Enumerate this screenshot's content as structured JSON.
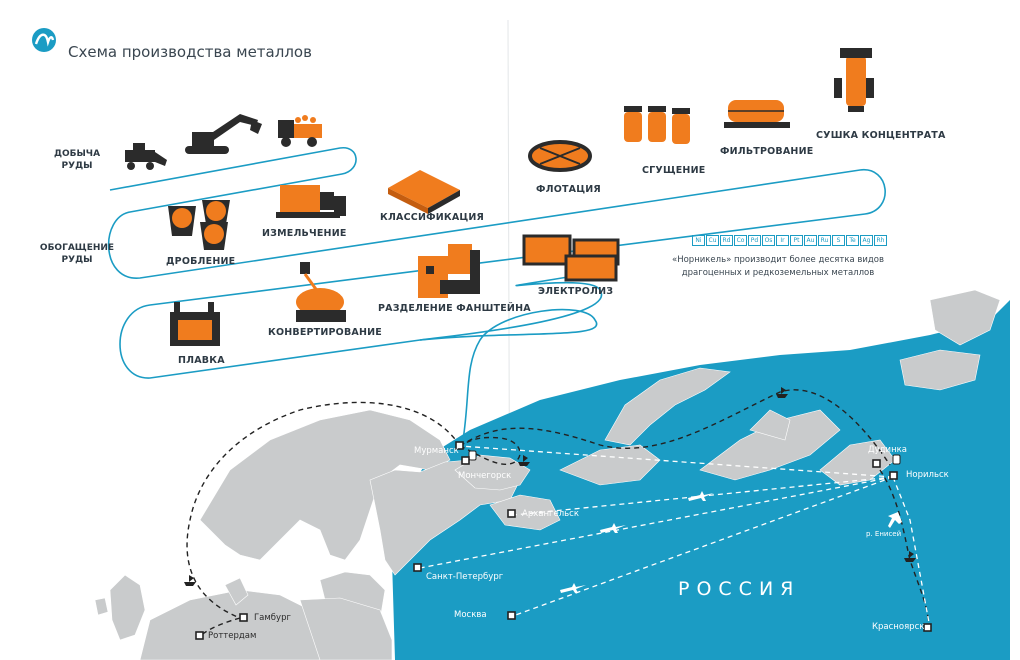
{
  "title": "Схема производства металлов",
  "colors": {
    "sea": "#1b9cc4",
    "land": "#c9cbcc",
    "accent": "#f07c1e",
    "dark": "#2b2b2b",
    "line": "#1b9cc4"
  },
  "sections": {
    "mining": "ДОБЫЧА\nРУДЫ",
    "enrichment": "ОБОГАЩЕНИЕ\nРУДЫ"
  },
  "stages": {
    "crushing": "ДРОБЛЕНИЕ",
    "grinding": "ИЗМЕЛЬЧЕНИЕ",
    "classification": "КЛАССИФИКАЦИЯ",
    "flotation": "ФЛОТАЦИЯ",
    "thickening": "СГУЩЕНИЕ",
    "filtration": "ФИЛЬТРОВАНИЕ",
    "drying": "СУШКА КОНЦЕНТРАТА",
    "smelting": "ПЛАВКА",
    "converting": "КОНВЕРТИРОВАНИЕ",
    "separation": "РАЗДЕЛЕНИЕ ФАНШТЕЙНА",
    "electrolysis": "ЭЛЕКТРОЛИЗ"
  },
  "metals": [
    "Ni",
    "Cu",
    "Rd",
    "Co",
    "Pd",
    "Os",
    "Ir",
    "Pt",
    "Au",
    "Ru",
    "S",
    "Te",
    "Ag",
    "Rh"
  ],
  "note": "«Норникель» производит более десятка видов драгоценных и редкоземельных металлов",
  "map": {
    "country": "РОССИЯ",
    "river": "р. Енисей",
    "cities": {
      "murmansk": "Мурманск",
      "monchegorsk": "Мончегорск",
      "arkhangelsk": "Архангельск",
      "spb": "Санкт-Петербург",
      "moscow": "Москва",
      "dudinka": "Дудинка",
      "norilsk": "Норильск",
      "krasnoyarsk": "Красноярск",
      "hamburg": "Гамбург",
      "rotterdam": "Роттердам"
    }
  },
  "icons": [
    "logo-icon",
    "mining-loader-icon",
    "excavator-icon",
    "truck-icon",
    "crusher-icon",
    "mill-icon",
    "classifier-icon",
    "flotation-cell-icon",
    "thickener-icon",
    "filter-icon",
    "dryer-icon",
    "furnace-icon",
    "converter-icon",
    "separation-icon",
    "electrolysis-icon",
    "ship-icon",
    "plane-icon",
    "train-icon"
  ]
}
